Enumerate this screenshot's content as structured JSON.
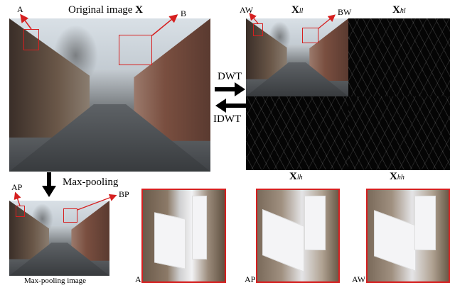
{
  "labels": {
    "original_title_text": "Original image",
    "original_title_symbol": "X",
    "dwt": "DWT",
    "idwt": "IDWT",
    "max_pooling": "Max-pooling",
    "max_pooling_caption": "Max-pooling image",
    "point_A": "A",
    "point_B": "B",
    "point_AP": "AP",
    "point_BP": "BP",
    "point_AW": "AW",
    "point_BW": "BW",
    "crop_A": "A",
    "crop_AP": "AP",
    "crop_AW": "AW"
  },
  "subbands": {
    "ll": {
      "symbol": "X",
      "sub": "ll"
    },
    "hl": {
      "symbol": "X",
      "sub": "hl"
    },
    "lh": {
      "symbol": "X",
      "sub": "lh"
    },
    "hh": {
      "symbol": "X",
      "sub": "hh"
    }
  },
  "colors": {
    "highlight": "#d62020",
    "arrow": "#000000"
  }
}
